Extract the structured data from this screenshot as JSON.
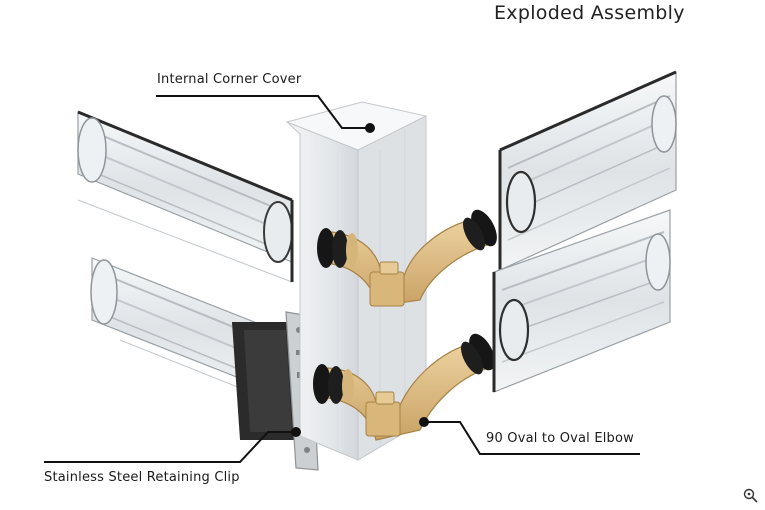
{
  "title": "Exploded Assembly",
  "labels": {
    "corner_cover": "Internal Corner Cover",
    "elbow": "90 Oval to Oval Elbow",
    "clip": "Stainless Steel Retaining Clip"
  },
  "colors": {
    "background": "#ffffff",
    "glass": "#e3e7ea",
    "glass_edge": "#9aa1a6",
    "frame": "#2a2a2a",
    "cover": "#eef0f2",
    "elbow": "#e2c48a",
    "elbow_dark": "#c49c58",
    "seal": "#151515",
    "clip": "#c9ccce",
    "leader": "#111111"
  },
  "watermark_icon": "magnifier-icon"
}
